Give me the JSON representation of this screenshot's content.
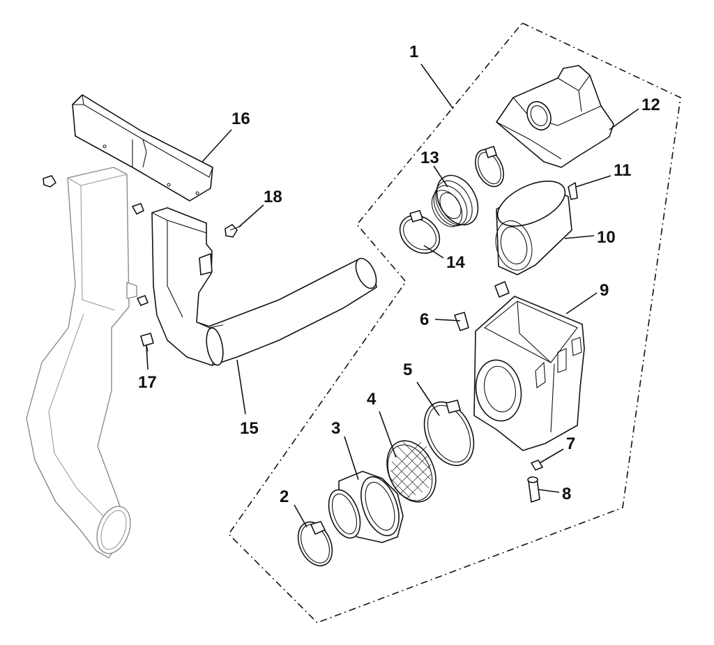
{
  "diagram": {
    "callouts": [
      {
        "id": "c1",
        "label": "1"
      },
      {
        "id": "c2",
        "label": "2"
      },
      {
        "id": "c3",
        "label": "3"
      },
      {
        "id": "c4",
        "label": "4"
      },
      {
        "id": "c5",
        "label": "5"
      },
      {
        "id": "c6",
        "label": "6"
      },
      {
        "id": "c7",
        "label": "7"
      },
      {
        "id": "c8",
        "label": "8"
      },
      {
        "id": "c9",
        "label": "9"
      },
      {
        "id": "c10",
        "label": "10"
      },
      {
        "id": "c11",
        "label": "11"
      },
      {
        "id": "c12",
        "label": "12"
      },
      {
        "id": "c13",
        "label": "13"
      },
      {
        "id": "c14",
        "label": "14"
      },
      {
        "id": "c15",
        "label": "15"
      },
      {
        "id": "c16",
        "label": "16"
      },
      {
        "id": "c17",
        "label": "17"
      },
      {
        "id": "c18",
        "label": "18"
      }
    ],
    "colors": {
      "line": "#111111",
      "ghost": "#8a8a8a",
      "background": "#ffffff"
    }
  }
}
